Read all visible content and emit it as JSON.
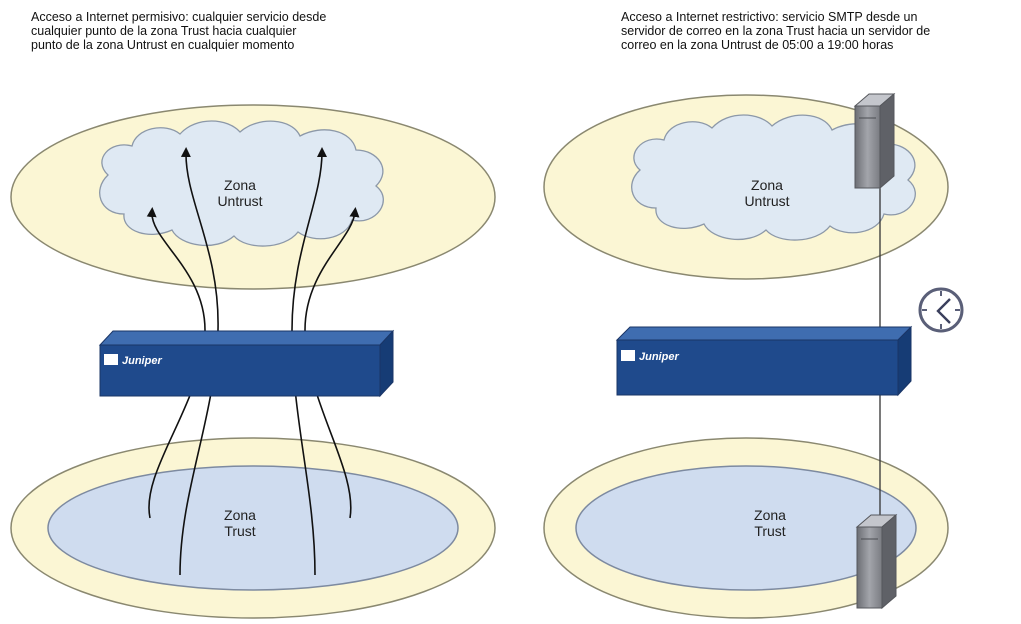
{
  "left_panel": {
    "caption_lines": [
      "Acceso a Internet permisivo: cualquier servicio desde",
      "cualquier punto de la zona Trust hacia cualquier",
      "punto de la zona Untrust en cualquier momento"
    ],
    "untrust_label": [
      "Zona",
      "Untrust"
    ],
    "trust_label": [
      "Zona",
      "Trust"
    ],
    "device_logo": "Juniper"
  },
  "right_panel": {
    "caption_lines": [
      "Acceso a Internet restrictivo: servicio SMTP desde un",
      "servidor de correo en la zona Trust hacia un servidor de",
      "correo en la zona Untrust de 05:00 a 19:00 horas"
    ],
    "untrust_label": [
      "Zona",
      "Untrust"
    ],
    "trust_label": [
      "Zona",
      "Trust"
    ],
    "device_logo": "Juniper",
    "icons": [
      "mail-server-icon",
      "clock-icon"
    ]
  },
  "colors": {
    "zone_fill": "#fbf6d4",
    "zone_stroke": "#8a8870",
    "cloud_fill": "#dfe9f3",
    "trust_fill": "#cfdcef",
    "device_blue": "#1f4a8c",
    "server_gray": "#8d8f95"
  }
}
